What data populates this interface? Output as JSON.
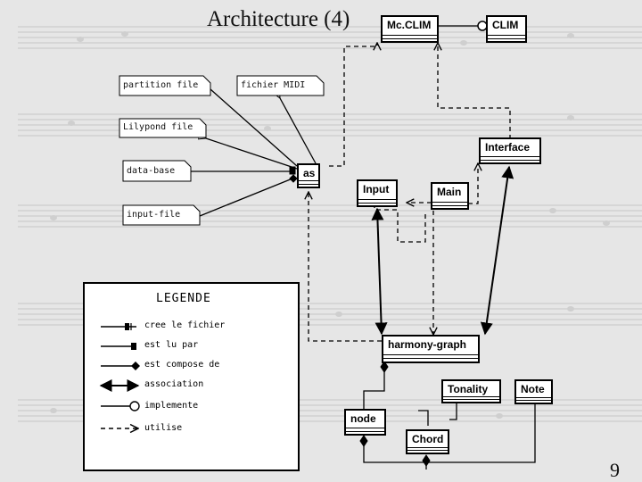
{
  "title": "Architecture (4)",
  "page_number": "9",
  "classes": {
    "mcclim": "Mc.CLIM",
    "clim": "CLIM",
    "interface": "Interface",
    "as": "as",
    "input": "Input",
    "main": "Main",
    "harmony_graph": "harmony-graph",
    "tonality": "Tonality",
    "note": "Note",
    "node": "node",
    "chord": "Chord"
  },
  "files": {
    "partition": "partition file",
    "midi": "fichier MIDI",
    "lilypond": "Lilypond file",
    "database": "data-base",
    "input_file": "input-file"
  },
  "legend": {
    "title": "LEGENDE",
    "items": [
      "cree le fichier",
      "est lu par",
      "est compose de",
      "association",
      "implemente",
      "utilise"
    ]
  }
}
